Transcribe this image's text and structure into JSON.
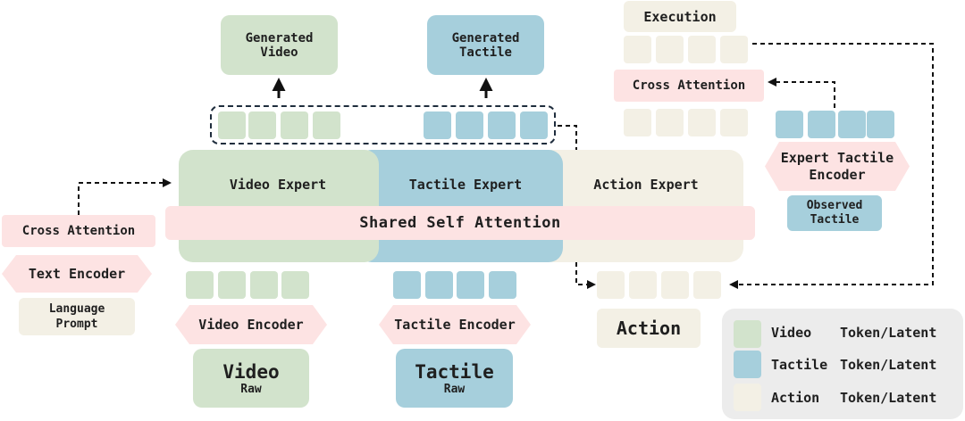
{
  "outputs": {
    "generated_video": "Generated\nVideo",
    "generated_tactile": "Generated\nTactile"
  },
  "experts": {
    "video": "Video Expert",
    "tactile": "Tactile Expert",
    "action": "Action Expert",
    "shared": "Shared Self Attention"
  },
  "left": {
    "cross_attention": "Cross Attention",
    "text_encoder": "Text Encoder",
    "language_prompt": "Language\nPrompt"
  },
  "encoders": {
    "video": "Video Encoder",
    "tactile": "Tactile Encoder"
  },
  "raw": {
    "video_title": "Video",
    "video_sub": "Raw",
    "tactile_title": "Tactile",
    "tactile_sub": "Raw"
  },
  "action_label": "Action",
  "right": {
    "execution": "Execution",
    "cross_attention": "Cross Attention",
    "expert_tactile_encoder": "Expert Tactile\nEncoder",
    "observed_tactile": "Observed\nTactile"
  },
  "legend": [
    {
      "name": "Video",
      "suffix": "Token/Latent",
      "color": "#d2e3cc"
    },
    {
      "name": "Tactile",
      "suffix": "Token/Latent",
      "color": "#a6cfdc"
    },
    {
      "name": "Action",
      "suffix": "Token/Latent",
      "color": "#f3f0e5"
    }
  ],
  "colors": {
    "video": "#d2e3cc",
    "tactile": "#a6cfdc",
    "action": "#f3f0e5",
    "encoder": "#fde3e3",
    "legend_bg": "#ececec"
  }
}
